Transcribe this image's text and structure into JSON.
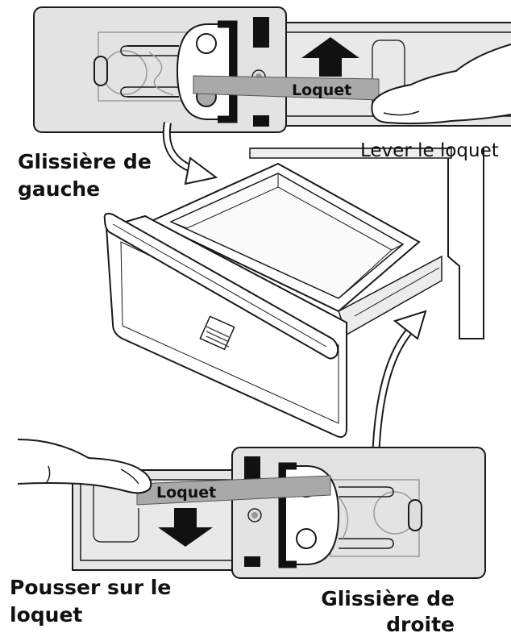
{
  "labels": {
    "latch_top": "Loquet",
    "latch_bottom": "Loquet",
    "lift_latch": "Lever le loquet",
    "left_slide_line1": "Glissière de",
    "left_slide_line2": "gauche",
    "push_latch_line1": "Pousser sur le",
    "push_latch_line2": "loquet",
    "right_slide_line1": "Glissière de",
    "right_slide_line2": "droite"
  },
  "colors": {
    "panel": "#e3e3e3",
    "latch": "#a9a9a9",
    "line": "#1a1a1a",
    "outline_light": "#9a9a9a"
  },
  "icons": [
    "arrow-up-icon",
    "arrow-down-icon",
    "hand-icon",
    "curved-arrow-icon"
  ]
}
